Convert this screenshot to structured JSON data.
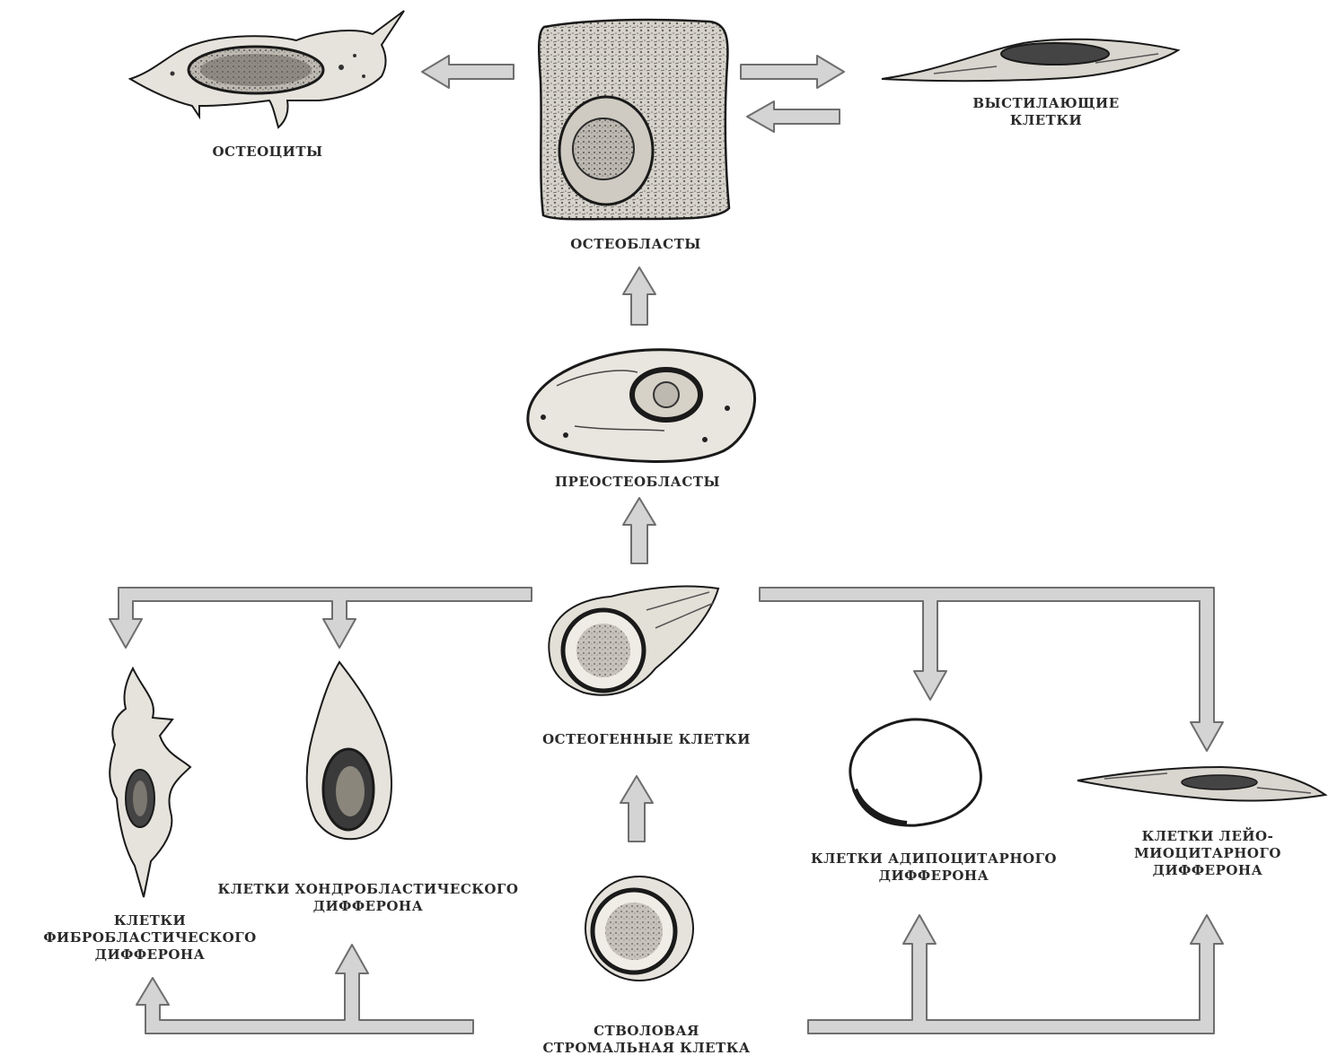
{
  "labels": {
    "osteocytes": "ОСТЕОЦИТЫ",
    "osteoblasts": "ОСТЕОБЛАСТЫ",
    "lining_cells_1": "ВЫСТИЛАЮЩИЕ",
    "lining_cells_2": "КЛЕТКИ",
    "preosteoblasts": "ПРЕОСТЕОБЛАСТЫ",
    "osteogenic_cells": "ОСТЕОГЕННЫЕ КЛЕТКИ",
    "stem_cell_1": "СТВОЛОВАЯ",
    "stem_cell_2": "СТРОМАЛЬНАЯ КЛЕТКА",
    "fibroblastic_1": "КЛЕТКИ",
    "fibroblastic_2": "ФИБРОБЛАСТИЧЕСКОГО",
    "fibroblastic_3": "ДИФФЕРОНА",
    "chondroblastic_1": "КЛЕТКИ ХОНДРОБЛАСТИЧЕСКОГО",
    "chondroblastic_2": "ДИФФЕРОНА",
    "adipocytic_1": "КЛЕТКИ АДИПОЦИТАРНОГО",
    "adipocytic_2": "ДИФФЕРОНА",
    "myocytic_1": "КЛЕТКИ ЛЕЙО-",
    "myocytic_2": "МИОЦИТАРНОГО",
    "myocytic_3": "ДИФФЕРОНА"
  },
  "colors": {
    "arrow_fill": "#d4d4d4",
    "arrow_stroke": "#6e6e6e",
    "cell_outline": "#1a1a1a",
    "nucleus": "#3a3a3a"
  }
}
